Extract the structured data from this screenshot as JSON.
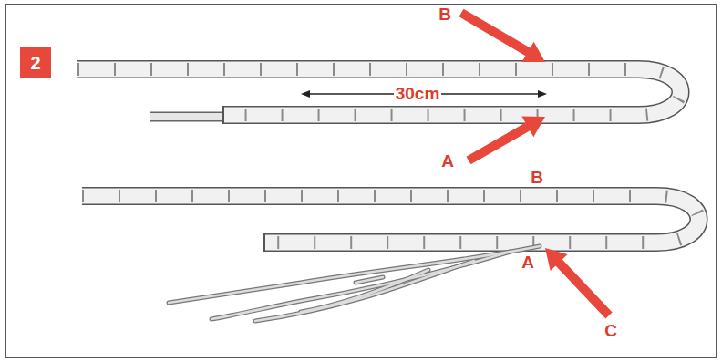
{
  "diagram": {
    "nodes": [
      {
        "text": [
          "2"
        ]
      }
    ],
    "labels": [
      "B",
      "30cm",
      "A",
      "B",
      "A",
      "C"
    ]
  }
}
